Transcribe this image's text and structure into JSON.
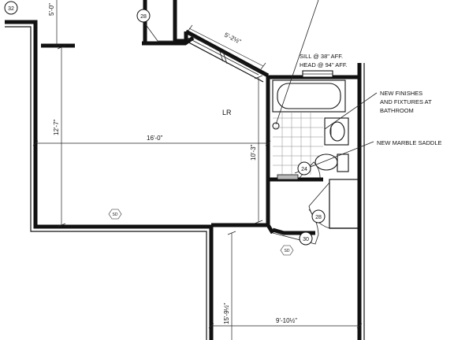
{
  "drawing": {
    "room_label": "LR",
    "tags": [
      "32",
      "28",
      "24",
      "28",
      "30"
    ],
    "sd_symbol": "SD",
    "dimensions": {
      "top_vertical": "5'-0\"",
      "window_wall": "5'-2½\"",
      "lr_width": "16'-0\"",
      "lr_height": "12'-7\"",
      "bath_height": "10'-3\"",
      "lower_height": "15'-9½\"",
      "lower_width": "9'-10½\""
    },
    "notes": {
      "sill": "SILL @ 38\" AFF.",
      "head": "HEAD @ 94\" AFF.",
      "finishes_1": "NEW FINISHES",
      "finishes_2": "AND FIXTURES AT",
      "finishes_3": "BATHROOM",
      "saddle": "NEW MARBLE SADDLE"
    }
  }
}
